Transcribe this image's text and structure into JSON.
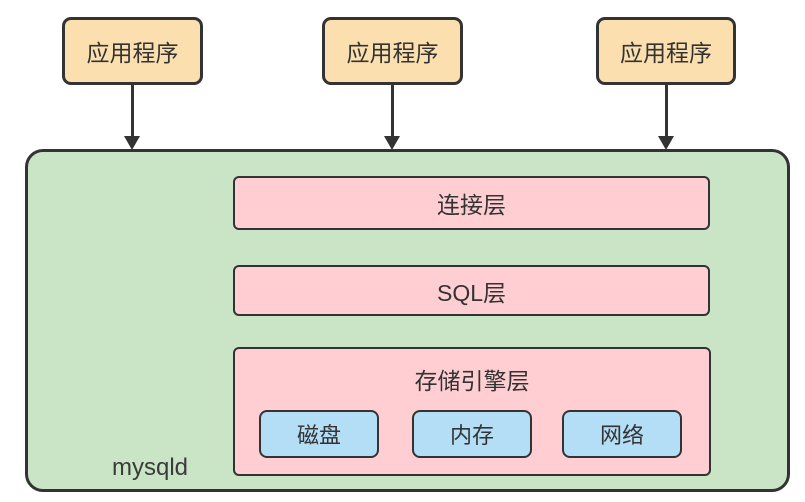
{
  "diagram": {
    "clients": [
      {
        "label": "应用程序"
      },
      {
        "label": "应用程序"
      },
      {
        "label": "应用程序"
      }
    ],
    "server": {
      "label": "mysqld",
      "layers": [
        {
          "label": "连接层"
        },
        {
          "label": "SQL层"
        },
        {
          "label": "存储引擎层",
          "resources": [
            {
              "label": "磁盘"
            },
            {
              "label": "内存"
            },
            {
              "label": "网络"
            }
          ]
        }
      ]
    },
    "colors": {
      "client_fill": "#FBDFAF",
      "server_fill": "#C9E5C6",
      "layer_fill": "#FFCED3",
      "resource_fill": "#B4DDF6",
      "border": "#333333",
      "text": "#333333",
      "background": "#FFFFFF"
    }
  }
}
